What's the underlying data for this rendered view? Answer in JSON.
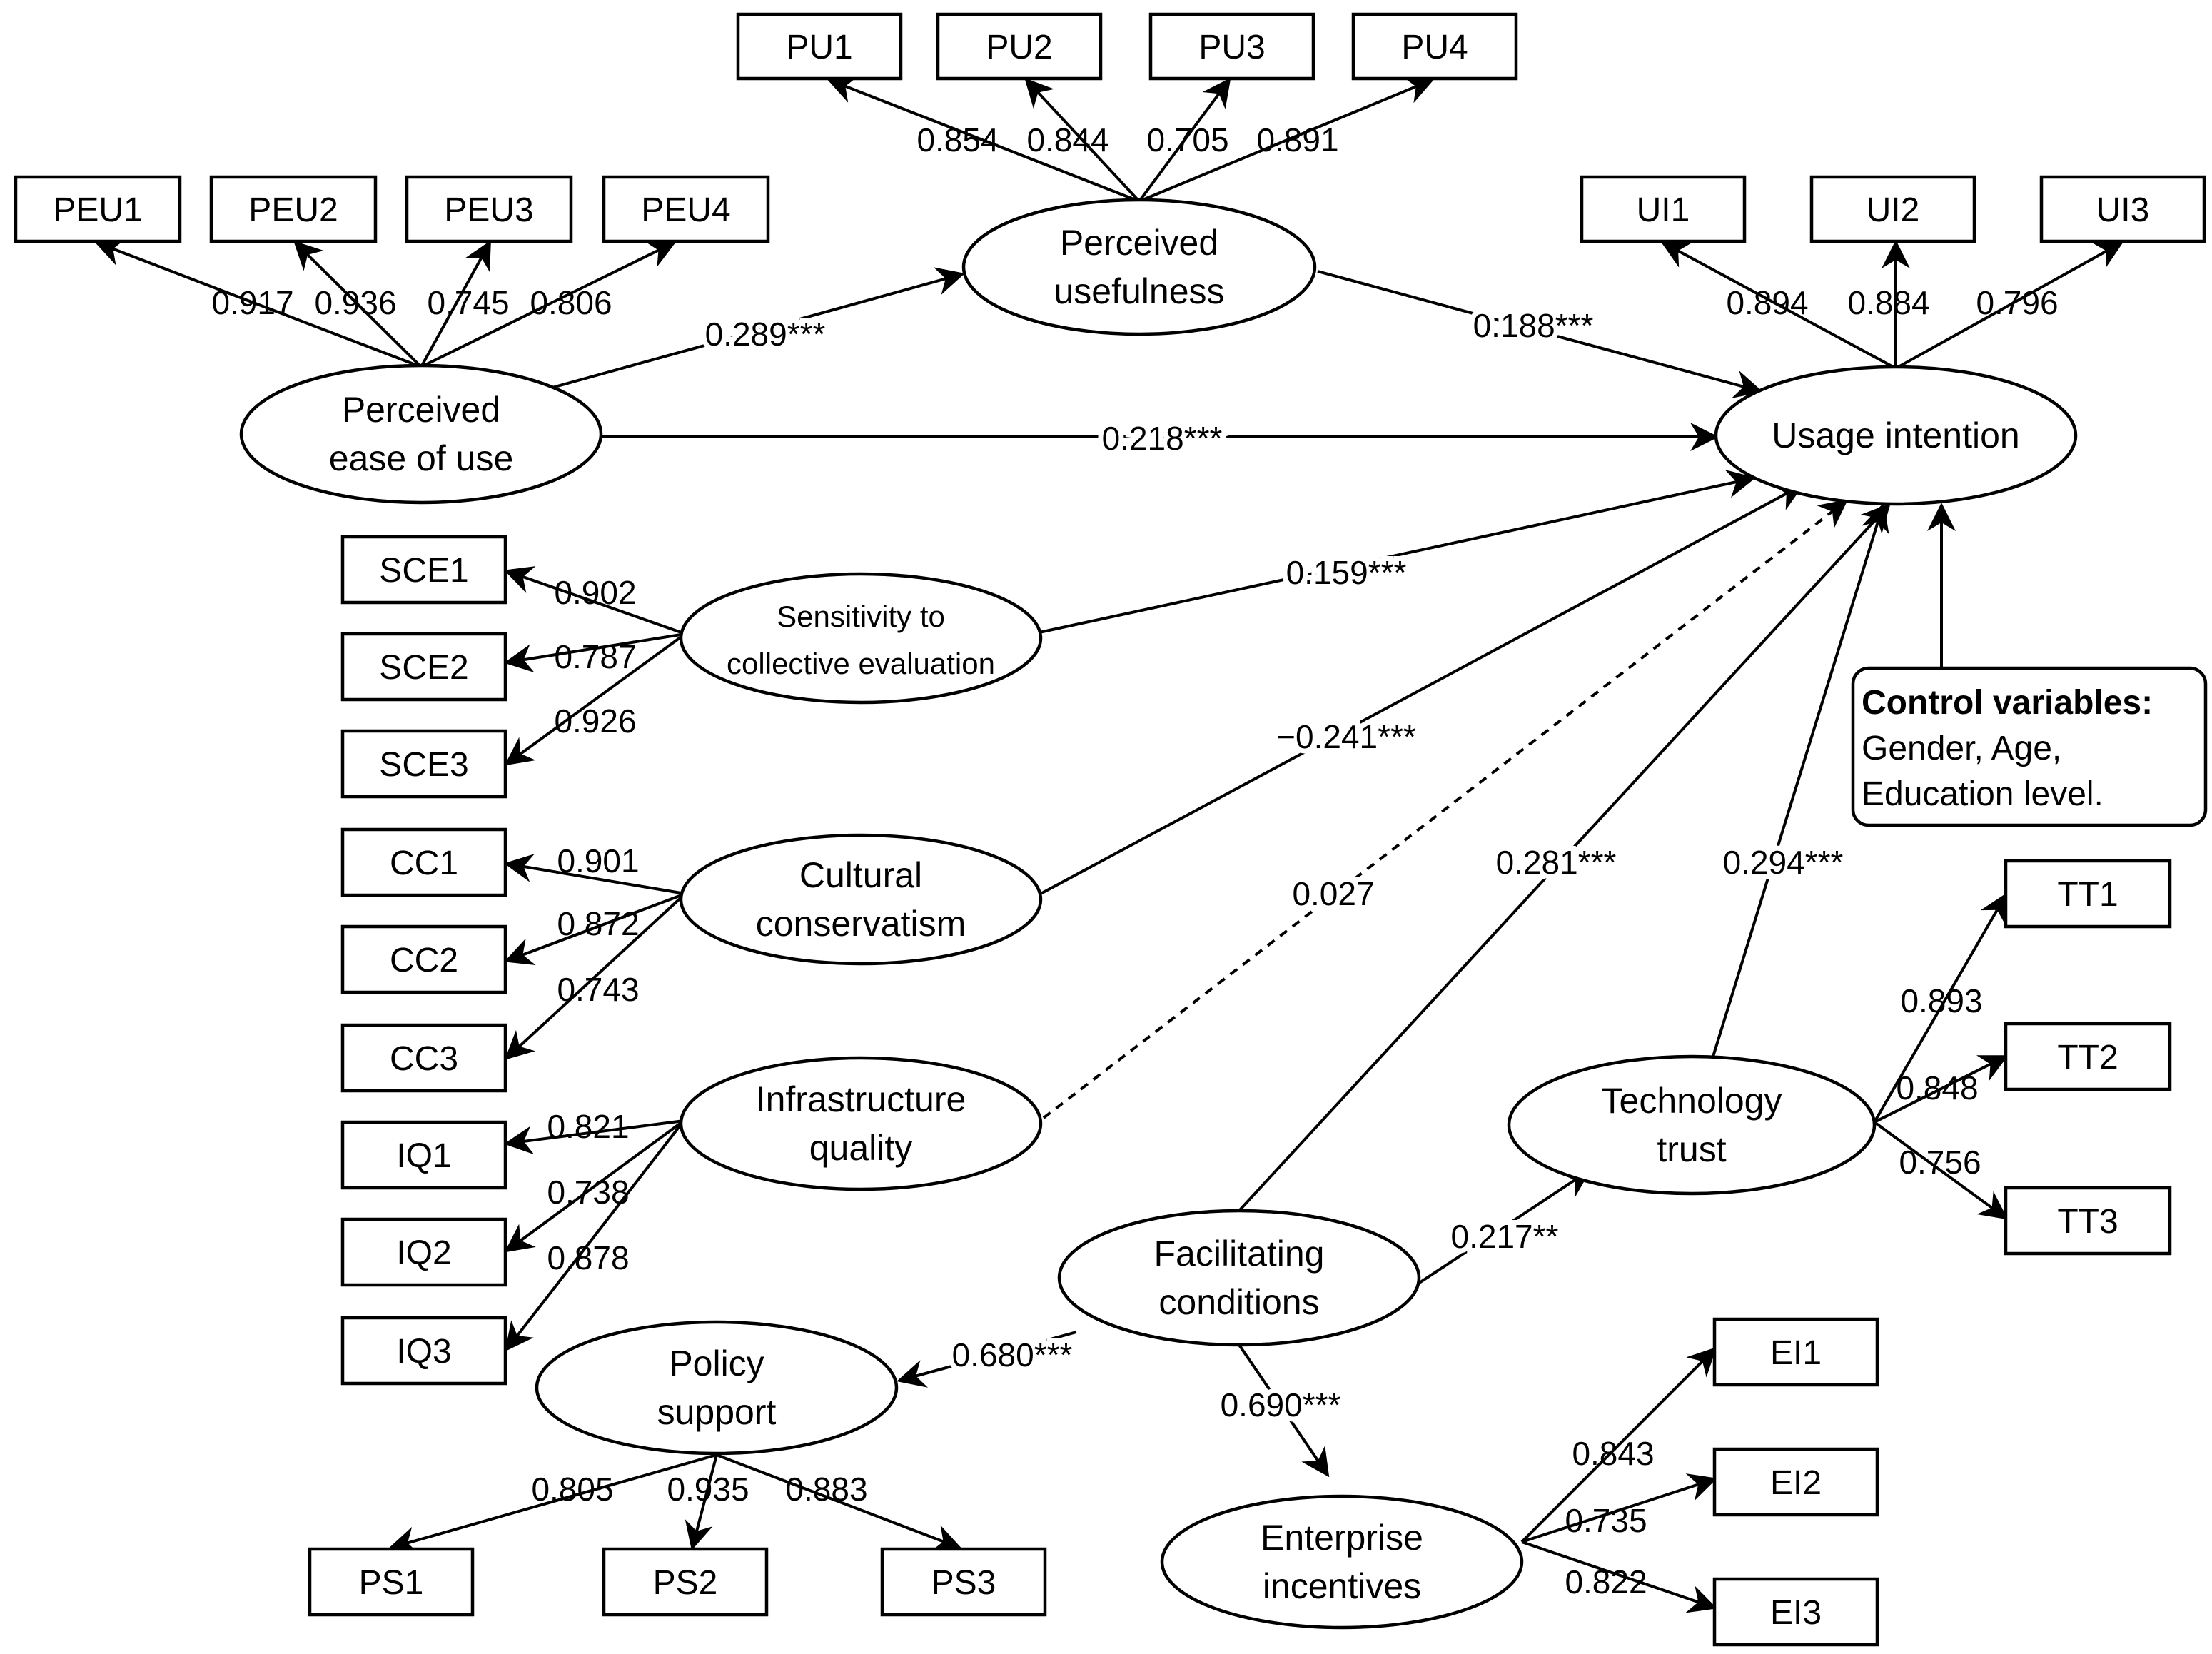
{
  "indicators": {
    "pu1": "PU1",
    "pu2": "PU2",
    "pu3": "PU3",
    "pu4": "PU4",
    "peu1": "PEU1",
    "peu2": "PEU2",
    "peu3": "PEU3",
    "peu4": "PEU4",
    "ui1": "UI1",
    "ui2": "UI2",
    "ui3": "UI3",
    "sce1": "SCE1",
    "sce2": "SCE2",
    "sce3": "SCE3",
    "cc1": "CC1",
    "cc2": "CC2",
    "cc3": "CC3",
    "iq1": "IQ1",
    "iq2": "IQ2",
    "iq3": "IQ3",
    "tt1": "TT1",
    "tt2": "TT2",
    "tt3": "TT3",
    "ei1": "EI1",
    "ei2": "EI2",
    "ei3": "EI3",
    "ps1": "PS1",
    "ps2": "PS2",
    "ps3": "PS3"
  },
  "constructs": {
    "pu": [
      "Perceived",
      "usefulness"
    ],
    "peu": [
      "Perceived",
      "ease of use"
    ],
    "ui": [
      "Usage intention"
    ],
    "sce": [
      "Sensitivity to",
      "collective evaluation"
    ],
    "cc": [
      "Cultural",
      "conservatism"
    ],
    "iq": [
      "Infrastructure",
      "quality"
    ],
    "tt": [
      "Technology",
      "trust"
    ],
    "fc": [
      "Facilitating",
      "conditions"
    ],
    "ps": [
      "Policy",
      "support"
    ],
    "ei": [
      "Enterprise",
      "incentives"
    ]
  },
  "loadings": {
    "pu1": "0.854",
    "pu2": "0.844",
    "pu3": "0.705",
    "pu4": "0.891",
    "peu1": "0.917",
    "peu2": "0.936",
    "peu3": "0.745",
    "peu4": "0.806",
    "ui1": "0.894",
    "ui2": "0.884",
    "ui3": "0.796",
    "sce1": "0.902",
    "sce2": "0.787",
    "sce3": "0.926",
    "cc1": "0.901",
    "cc2": "0.872",
    "cc3": "0.743",
    "iq1": "0.821",
    "iq2": "0.738",
    "iq3": "0.878",
    "tt1": "0.893",
    "tt2": "0.848",
    "tt3": "0.756",
    "ei1": "0.843",
    "ei2": "0.735",
    "ei3": "0.822",
    "ps1": "0.805",
    "ps2": "0.935",
    "ps3": "0.883"
  },
  "paths": {
    "peu_pu": "0.289***",
    "pu_ui": "0.188***",
    "peu_ui": "0.218***",
    "sce_ui": "0.159***",
    "cc_ui": "−0.241***",
    "iq_ui": "0.027",
    "fc_ui": "0.281***",
    "tt_ui": "0.294***",
    "fc_tt": "0.217**",
    "fc_ps": "0.680***",
    "fc_ei": "0.690***"
  },
  "control": {
    "title": "Control variables:",
    "line1": "Gender, Age,",
    "line2": "Education level."
  }
}
